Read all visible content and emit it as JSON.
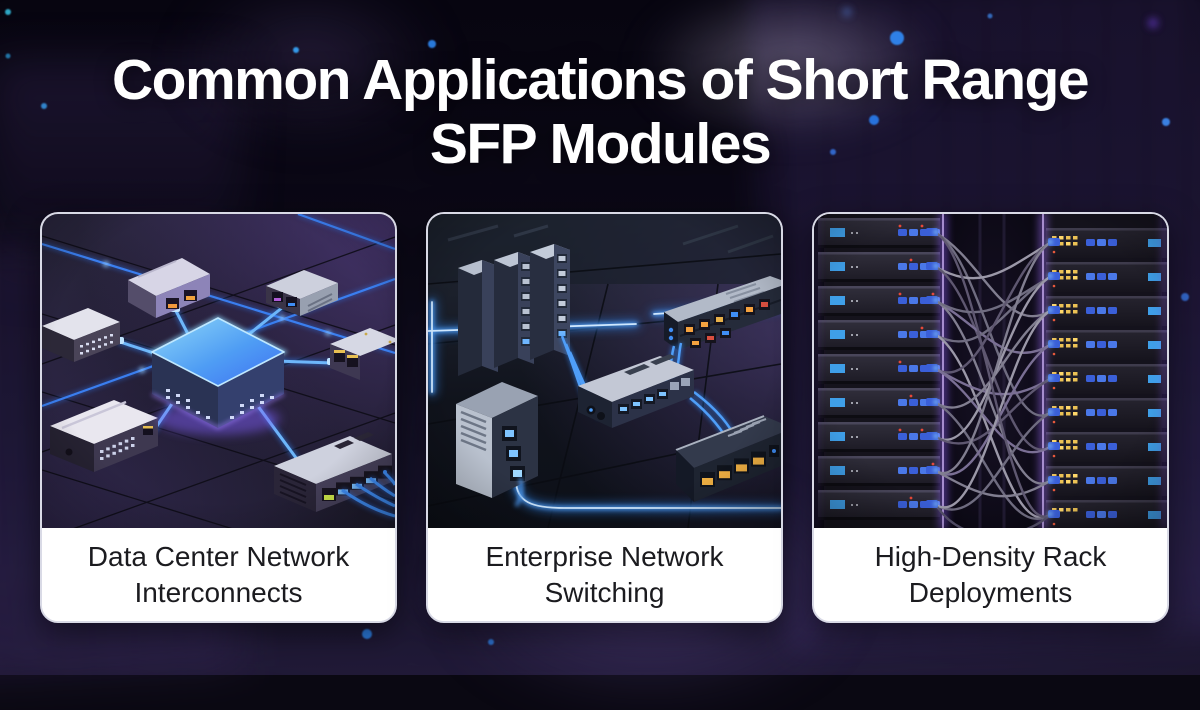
{
  "page": {
    "title_line1": "Common Applications of Short Range",
    "title_line2": "SFP Modules"
  },
  "cards": [
    {
      "label": "Data Center Network Interconnects",
      "illustration": "data-center-network-interconnects"
    },
    {
      "label": "Enterprise Network Switching",
      "illustration": "enterprise-network-switching"
    },
    {
      "label": "High-Density Rack Deployments",
      "illustration": "high-density-rack-deployments"
    }
  ],
  "colors": {
    "background_base": "#0a0812",
    "accent_blue": "#3b82f6",
    "glow_cyan": "#cfe8ff",
    "accent_purple": "#8a5cf5",
    "card_background": "#ffffff",
    "card_text": "#1b1b1f",
    "title_text": "#ffffff",
    "port_orange": "#f5a23f",
    "port_yellow": "#ecc255"
  }
}
